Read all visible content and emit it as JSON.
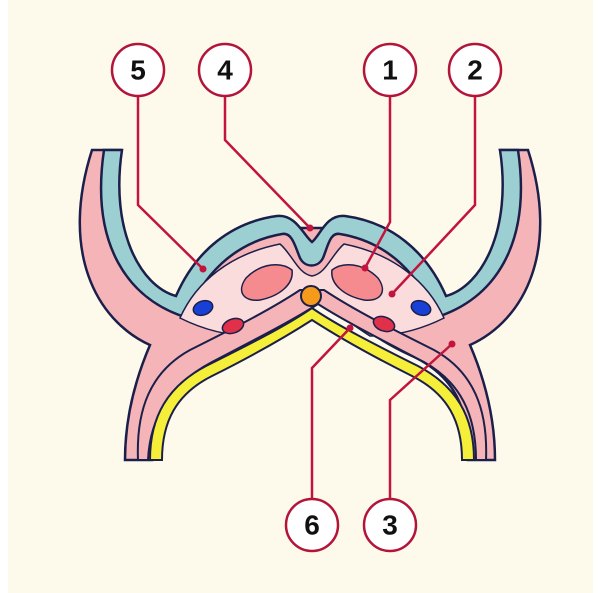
{
  "colors": {
    "background": "#fdfaec",
    "ectoderm": "#9ccfd2",
    "mesoderm": "#f5b5b8",
    "mesoderm_light": "#fbdcdc",
    "endoderm": "#f5ef3a",
    "outline": "#1b1f4a",
    "callout": "#c2143d",
    "vessel_blue": "#1840d6",
    "vessel_red": "#e0304a",
    "notochord": "#f59a1a"
  },
  "labels": {
    "l1": "1",
    "l2": "2",
    "l3": "3",
    "l4": "4",
    "l5": "5",
    "l6": "6"
  }
}
